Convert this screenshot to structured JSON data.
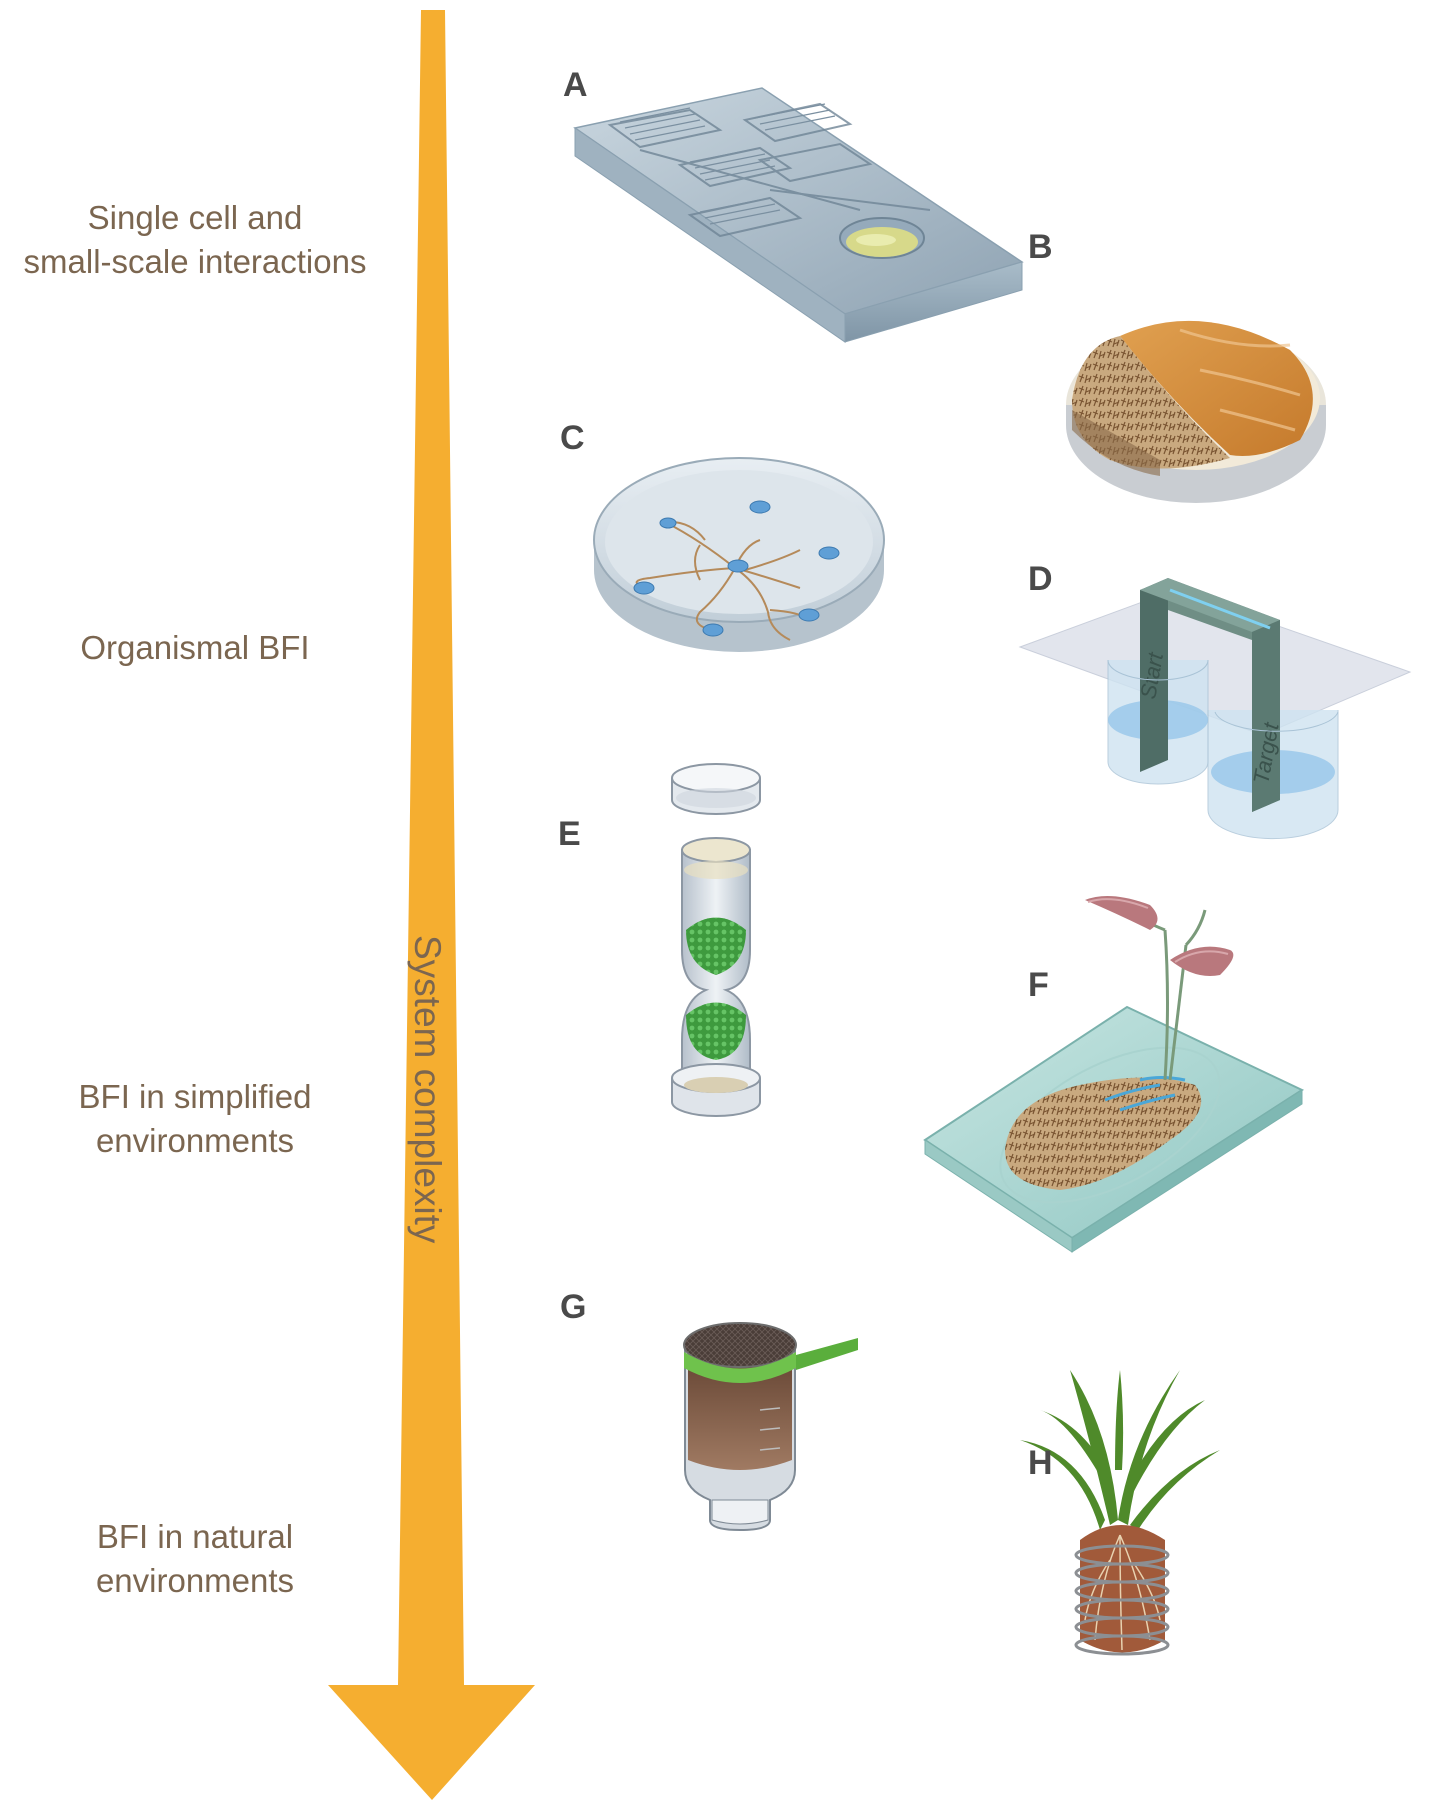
{
  "axis": {
    "label": "System complexity",
    "arrow_color": "#f5ae30"
  },
  "levels": [
    {
      "text": "Single cell and\nsmall-scale interactions"
    },
    {
      "text": "Organismal BFI"
    },
    {
      "text": "BFI in simplified\nenvironments"
    },
    {
      "text": "BFI in natural\nenvironments"
    }
  ],
  "panels": [
    "A",
    "B",
    "C",
    "D",
    "E",
    "F",
    "G",
    "H"
  ],
  "panel_d": {
    "left_label": "Start",
    "right_label": "Target"
  },
  "colors": {
    "label_text": "#7b6650",
    "letter_text": "#4a4a4a"
  }
}
